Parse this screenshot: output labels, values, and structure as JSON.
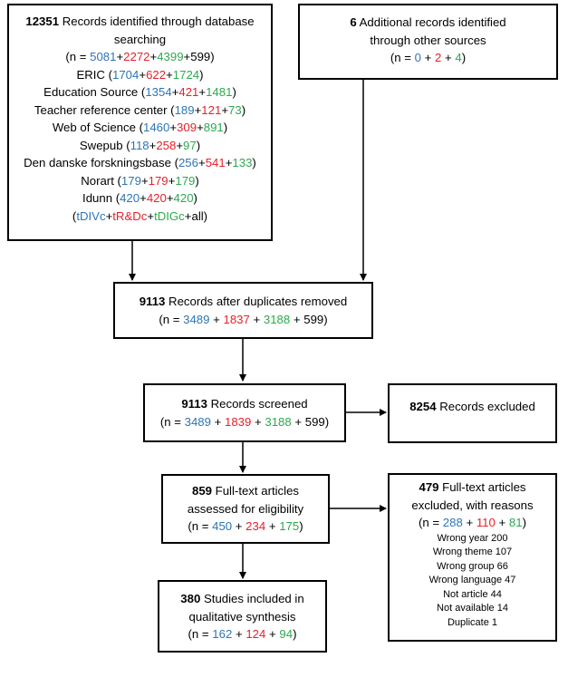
{
  "colors": {
    "blue": "#2e75b6",
    "red": "#e8202a",
    "green": "#2ea84f"
  },
  "box1": {
    "count": "12351",
    "text1": "Records identified through database",
    "text2": "searching",
    "total": {
      "prefix": "(n = ",
      "blue": "5081",
      "p1": "+",
      "red": "2272",
      "p2": "+",
      "green": "4399",
      "p3": "+599)"
    },
    "sources": [
      {
        "name": "ERIC (",
        "blue": "1704",
        "red": "622",
        "green": "1724",
        "close": ")"
      },
      {
        "name": "Education Source (",
        "blue": "1354",
        "red": "421",
        "green": "1481",
        "close": ")"
      },
      {
        "name": "Teacher reference center (",
        "blue": "189",
        "red": "121",
        "green": "73",
        "close": ")"
      },
      {
        "name": "Web of Science (",
        "blue": "1460",
        "red": "309",
        "green": "891",
        "close": ")"
      },
      {
        "name": "Swepub (",
        "blue": "118",
        "red": "258",
        "green": "97",
        "close": ")"
      },
      {
        "name": "Den danske forskningsbase (",
        "blue": "256",
        "red": "541",
        "green": "133",
        "close": ")"
      },
      {
        "name": "Norart (",
        "blue": "179",
        "red": "179",
        "green": "179",
        "close": ")"
      },
      {
        "name": "Idunn (",
        "blue": "420",
        "red": "420",
        "green": "420",
        "close": ")"
      }
    ],
    "legend": {
      "open": "(",
      "blue": "tDIVc",
      "p1": "+",
      "red": "tR&Dc",
      "p2": "+",
      "green": "tDIGc",
      "rest": "+all)"
    }
  },
  "box2": {
    "count": "6",
    "text1": "Additional records identified",
    "text2": "through other sources",
    "total": {
      "prefix": "(n = ",
      "blue": "0",
      "p1": " + ",
      "red": "2",
      "p2": " + ",
      "green": "4",
      "suffix": ")"
    }
  },
  "box3": {
    "count": "9113",
    "text1": "Records after duplicates removed",
    "total": {
      "prefix": "(n = ",
      "blue": "3489",
      "p1": " + ",
      "red": "1837",
      "p2": " + ",
      "green": "3188",
      "suffix": " + 599)"
    }
  },
  "box4": {
    "count": "9113",
    "text1": "Records screened",
    "total": {
      "prefix": "(n =  ",
      "blue": "3489",
      "p1": " + ",
      "red": "1839",
      "p2": " + ",
      "green": "3188",
      "suffix": " + 599)"
    }
  },
  "box5": {
    "count": "8254",
    "text1": "Records excluded"
  },
  "box6": {
    "count": "859",
    "text1": "Full-text articles",
    "text2": "assessed for eligibility",
    "total": {
      "prefix": "(n = ",
      "blue": "450",
      "p1": " + ",
      "red": "234",
      "p2": " + ",
      "green": "175",
      "suffix": ")"
    }
  },
  "box7": {
    "count": "479",
    "text1": "Full-text articles",
    "text2": "excluded, with reasons",
    "total": {
      "prefix": "(n = ",
      "blue": "288",
      "p1": " + ",
      "red": "110",
      "p2": " + ",
      "green": "81",
      "suffix": ")"
    },
    "reasons": [
      "Wrong year 200",
      "Wrong theme 107",
      "Wrong group 66",
      "Wrong language 47",
      "Not article 44",
      "Not available 14",
      "Duplicate 1"
    ]
  },
  "box8": {
    "count": "380",
    "text1": "Studies included in",
    "text2": "qualitative synthesis",
    "total": {
      "prefix": "(n = ",
      "blue": "162",
      "p1": " + ",
      "red": "124",
      "p2": " + ",
      "green": "94",
      "suffix": ")"
    }
  }
}
